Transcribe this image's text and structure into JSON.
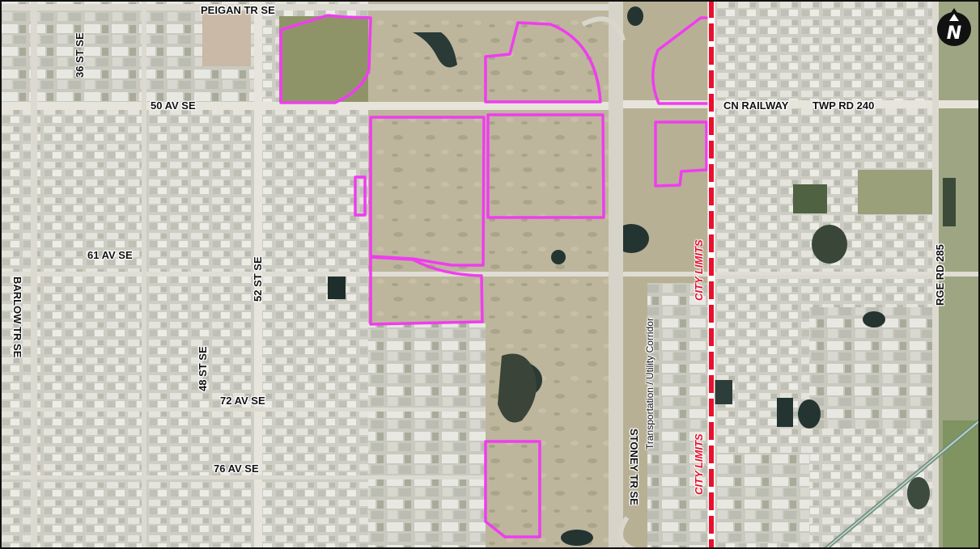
{
  "map": {
    "roads": {
      "peigan": "PEIGAN TR SE",
      "st36": "36 ST SE",
      "av50": "50 AV SE",
      "cn_railway": "CN RAILWAY",
      "twp240": "TWP RD 240",
      "av61": "61 AV SE",
      "barlow": "BARLOW TR SE",
      "st52": "52 ST SE",
      "st48": "48 ST SE",
      "av72": "72 AV SE",
      "av76": "76 AV SE",
      "stoney": "STONEY TR SE",
      "rge285": "RGE RD 285"
    },
    "corridor_label": "Transportation / Utility Corridor",
    "city_limits_label": "CITY LIMITS",
    "north_letter": "N",
    "colors": {
      "parcel_outline": "#f03cf0",
      "city_limits": "#e8102e",
      "land_base": "#b8b29a",
      "urban": "#cfcfc6",
      "grass": "#a3a27e",
      "water": "#20302e",
      "road": "#e9e7df"
    },
    "icons": [
      "north-arrow-icon"
    ]
  }
}
